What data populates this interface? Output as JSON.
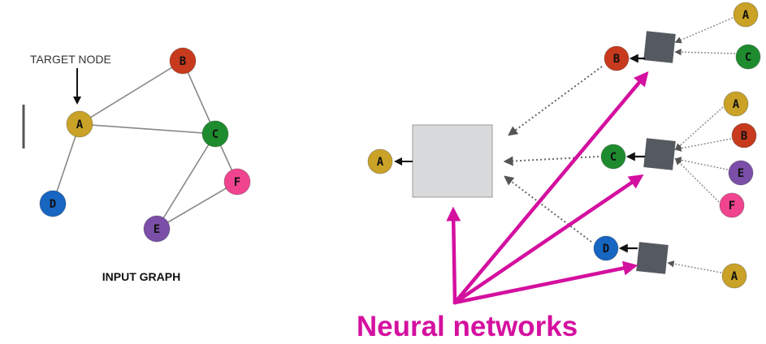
{
  "colors": {
    "A": "#c9a227",
    "B": "#c83a1e",
    "C": "#1e8c2e",
    "D": "#1766c2",
    "E": "#7b4fa8",
    "F": "#f0448f",
    "aggregator": "#555a60",
    "big_box": "#d9dadb",
    "accent": "#d4109f"
  },
  "input_graph": {
    "target_label": "TARGET NODE",
    "caption": "INPUT GRAPH",
    "nodes": [
      {
        "id": "A",
        "label": "A"
      },
      {
        "id": "B",
        "label": "B"
      },
      {
        "id": "C",
        "label": "C"
      },
      {
        "id": "D",
        "label": "D"
      },
      {
        "id": "E",
        "label": "E"
      },
      {
        "id": "F",
        "label": "F"
      }
    ],
    "edges": [
      [
        "A",
        "B"
      ],
      [
        "A",
        "C"
      ],
      [
        "A",
        "D"
      ],
      [
        "B",
        "C"
      ],
      [
        "C",
        "E"
      ],
      [
        "C",
        "F"
      ],
      [
        "E",
        "F"
      ]
    ]
  },
  "computation_graph": {
    "root": "A",
    "level1": [
      {
        "label": "B",
        "inputs": [
          "A",
          "C"
        ]
      },
      {
        "label": "C",
        "inputs": [
          "A",
          "B",
          "E",
          "F"
        ]
      },
      {
        "label": "D",
        "inputs": [
          "A"
        ]
      }
    ]
  },
  "caption": "Neural networks"
}
